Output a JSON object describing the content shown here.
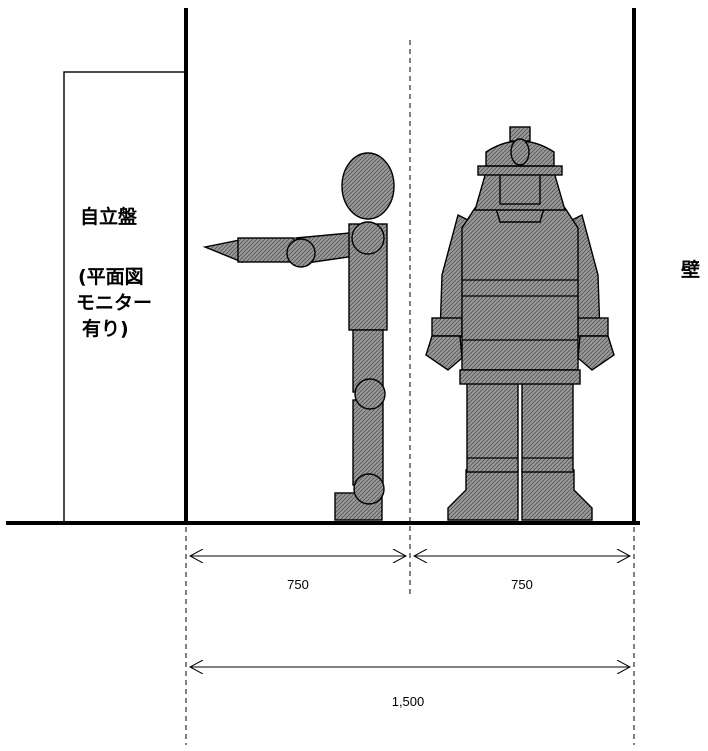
{
  "panel": {
    "label_line1": "自立盤",
    "label_line2": "(平面図",
    "label_line3": "モニター",
    "label_line4": "有り)"
  },
  "wall": {
    "label": "壁"
  },
  "dimensions": {
    "left_span": "750",
    "right_span": "750",
    "total_span": "1,500"
  }
}
